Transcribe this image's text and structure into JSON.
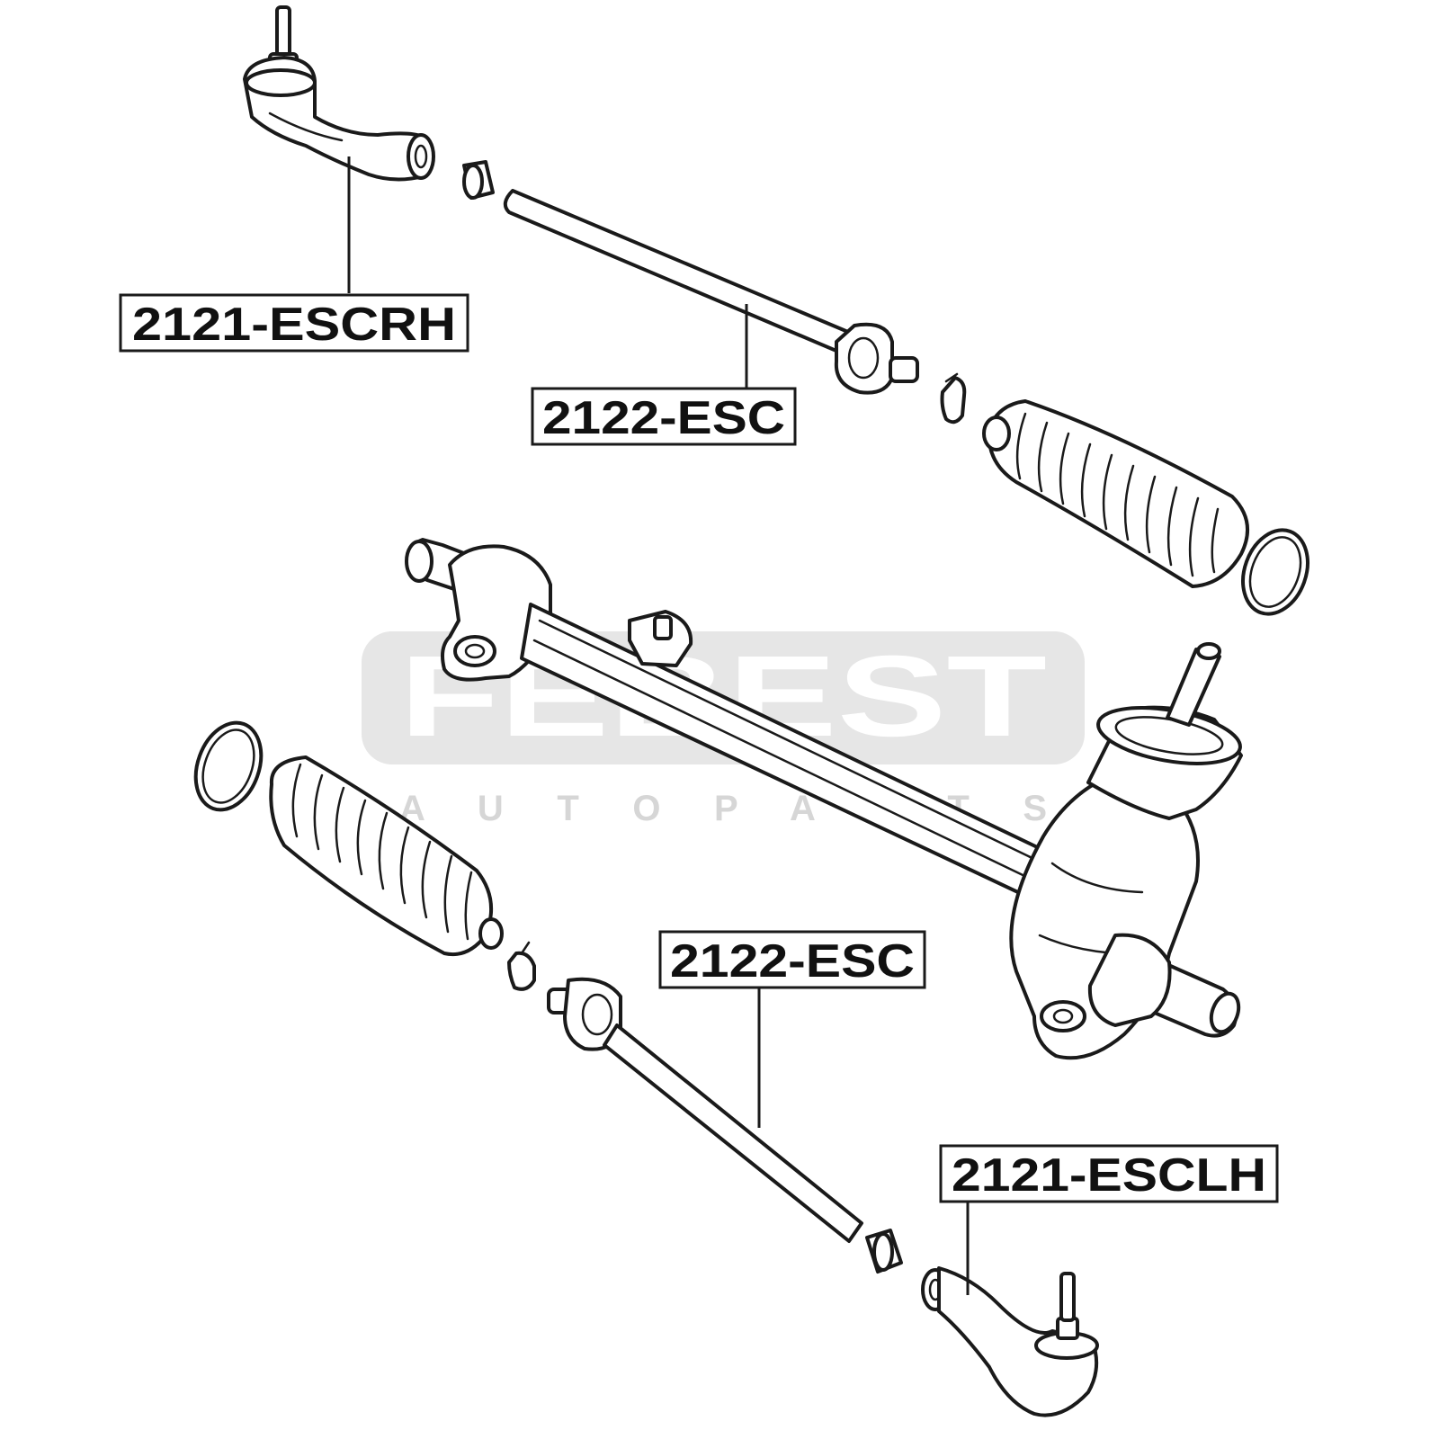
{
  "watermark": {
    "brand": "FEBEST",
    "tagline": "A U T O   P A R T S",
    "color": "#cfcfcf"
  },
  "labels": {
    "tie_rod_end_right": "2121-ESCRH",
    "inner_tie_rod_upper": "2122-ESC",
    "inner_tie_rod_lower": "2122-ESC",
    "tie_rod_end_left": "2121-ESCLH"
  }
}
